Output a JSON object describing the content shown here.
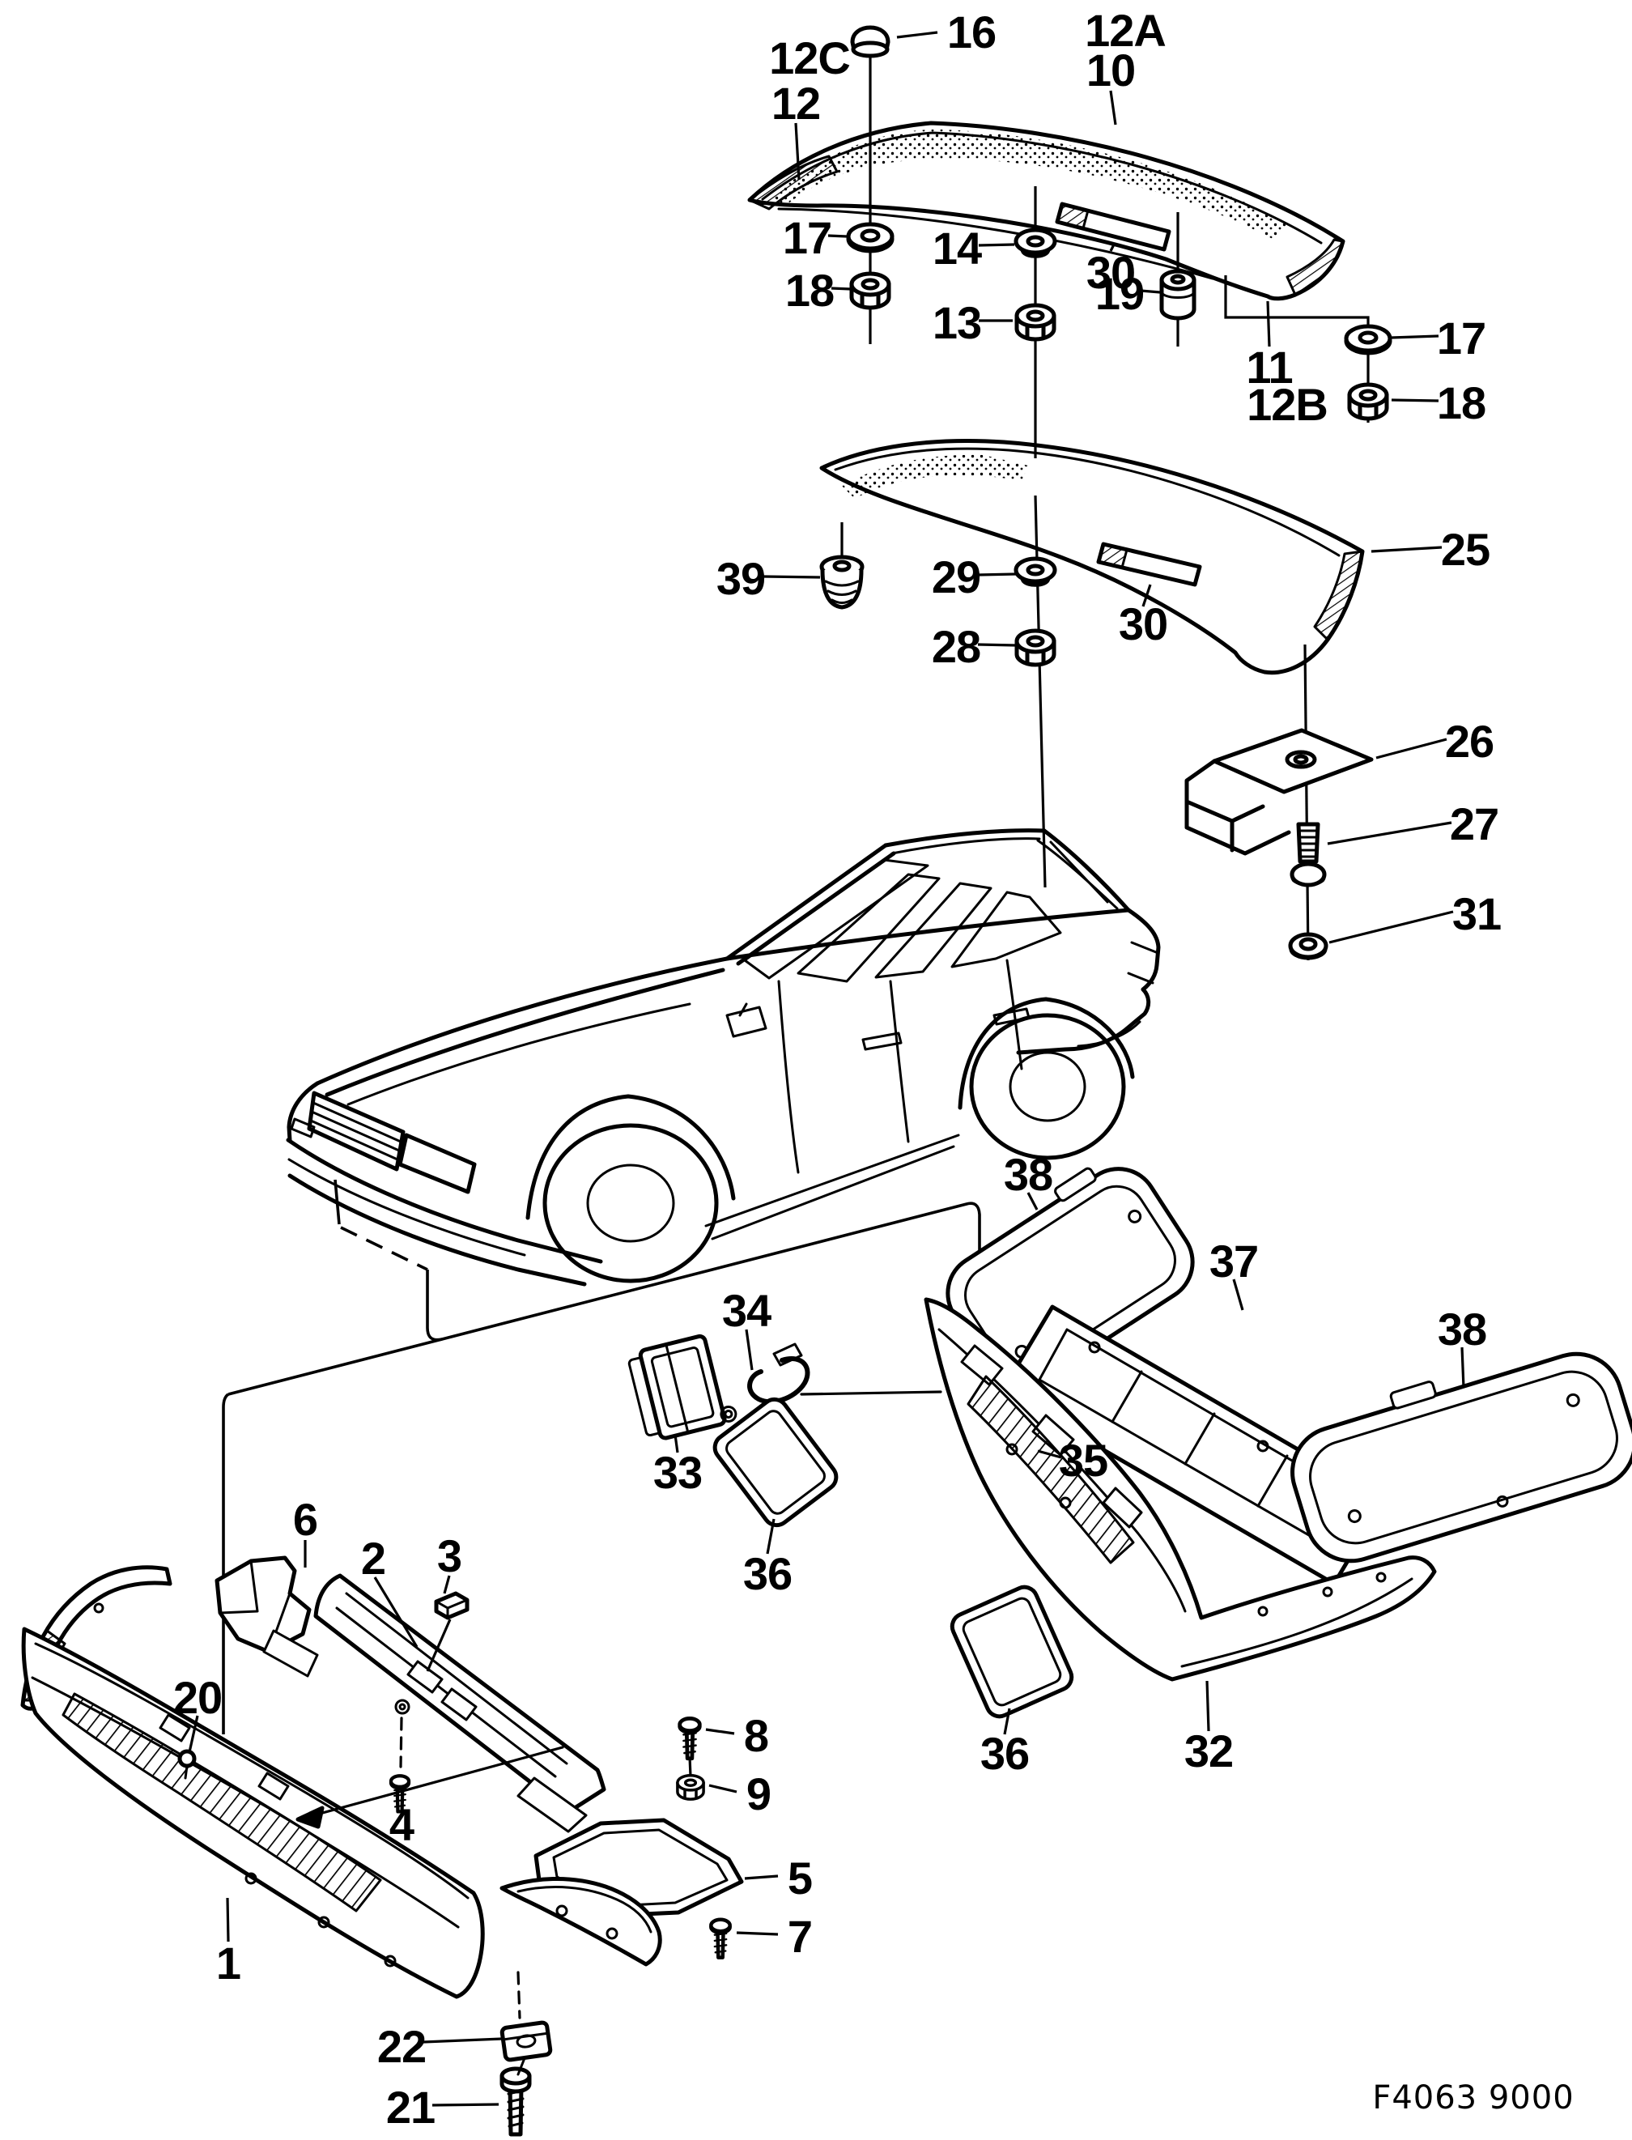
{
  "diagram": {
    "footer_code": "F4063 9000"
  },
  "callouts": [
    {
      "label": "16"
    },
    {
      "label": "12C"
    },
    {
      "label": "12"
    },
    {
      "label": "12A"
    },
    {
      "label": "10"
    },
    {
      "label": "17"
    },
    {
      "label": "18"
    },
    {
      "label": "14"
    },
    {
      "label": "13"
    },
    {
      "label": "30"
    },
    {
      "label": "19"
    },
    {
      "label": "11"
    },
    {
      "label": "12B"
    },
    {
      "label": "17"
    },
    {
      "label": "18"
    },
    {
      "label": "25"
    },
    {
      "label": "39"
    },
    {
      "label": "29"
    },
    {
      "label": "28"
    },
    {
      "label": "30"
    },
    {
      "label": "26"
    },
    {
      "label": "27"
    },
    {
      "label": "31"
    },
    {
      "label": "38"
    },
    {
      "label": "37"
    },
    {
      "label": "38"
    },
    {
      "label": "35"
    },
    {
      "label": "34"
    },
    {
      "label": "33"
    },
    {
      "label": "36"
    },
    {
      "label": "36"
    },
    {
      "label": "32"
    },
    {
      "label": "6"
    },
    {
      "label": "2"
    },
    {
      "label": "3"
    },
    {
      "label": "20"
    },
    {
      "label": "4"
    },
    {
      "label": "8"
    },
    {
      "label": "9"
    },
    {
      "label": "5"
    },
    {
      "label": "7"
    },
    {
      "label": "1"
    },
    {
      "label": "22"
    },
    {
      "label": "21"
    }
  ]
}
